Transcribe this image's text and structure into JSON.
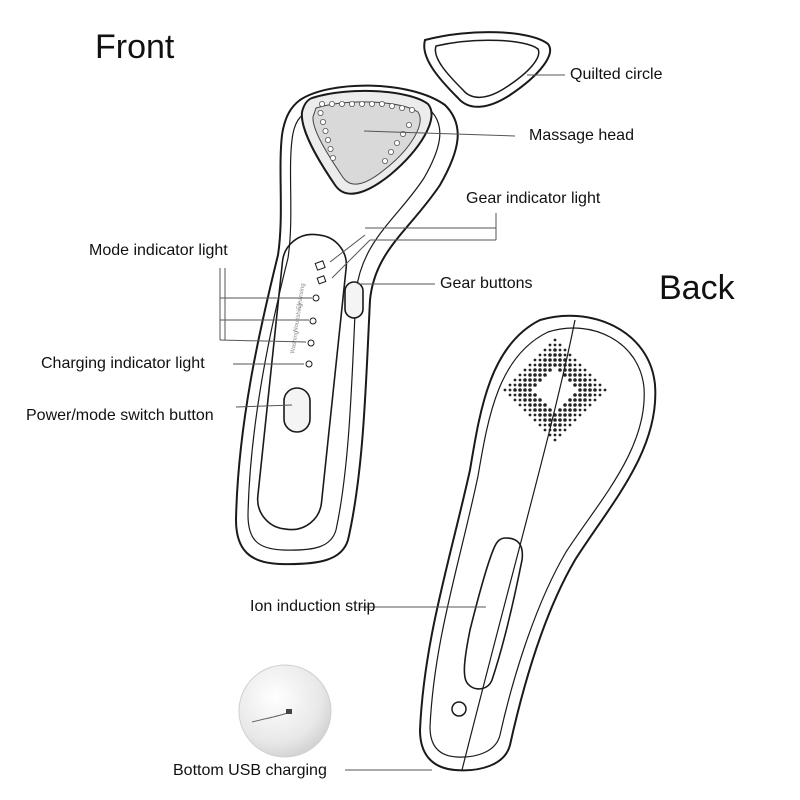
{
  "headings": {
    "front": "Front",
    "back": "Back"
  },
  "labels": {
    "quilted_circle": "Quilted circle",
    "massage_head": "Massage head",
    "gear_indicator_light": "Gear indicator light",
    "mode_indicator_light": "Mode indicator light",
    "gear_buttons": "Gear buttons",
    "charging_indicator_light": "Charging indicator light",
    "power_mode_switch_button": "Power/mode switch button",
    "ion_induction_strip": "Ion induction strip",
    "bottom_usb_charging": "Bottom USB charging"
  },
  "device_text": {
    "mode1": "Cleansing",
    "mode2": "Nourishing",
    "mode3": "Washing"
  },
  "colors": {
    "line": "#1a1a1a",
    "leader": "#555555",
    "dot": "#222222"
  }
}
